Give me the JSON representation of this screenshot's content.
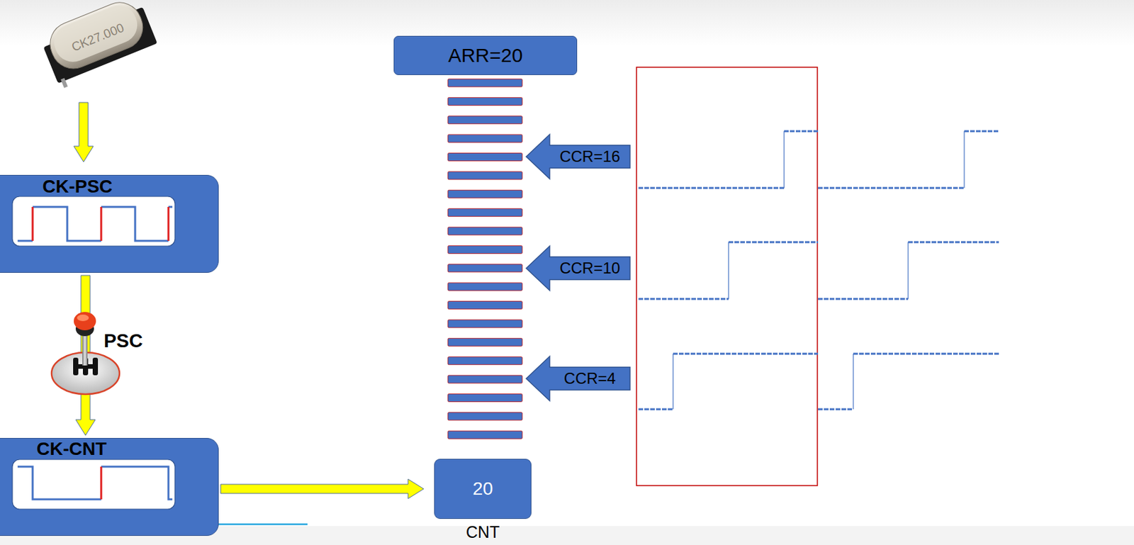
{
  "diagram": {
    "nodes": [
      {
        "text": [
          "CK-PSC"
        ]
      },
      {
        "text": [
          "CK-CNT"
        ]
      },
      {
        "text": [
          "ARR=20"
        ]
      },
      {
        "text": [
          "CCR=16"
        ]
      },
      {
        "text": [
          "CCR=10"
        ]
      },
      {
        "text": [
          "CCR=4"
        ]
      },
      {
        "text": [
          "20",
          "CNT"
        ]
      }
    ],
    "edges": [
      {
        "from": 0,
        "to": 1,
        "arrow": "to"
      },
      {
        "from": 1,
        "to": 6,
        "arrow": "to"
      }
    ],
    "labels": [
      "CK27.000",
      "PSC"
    ]
  }
}
